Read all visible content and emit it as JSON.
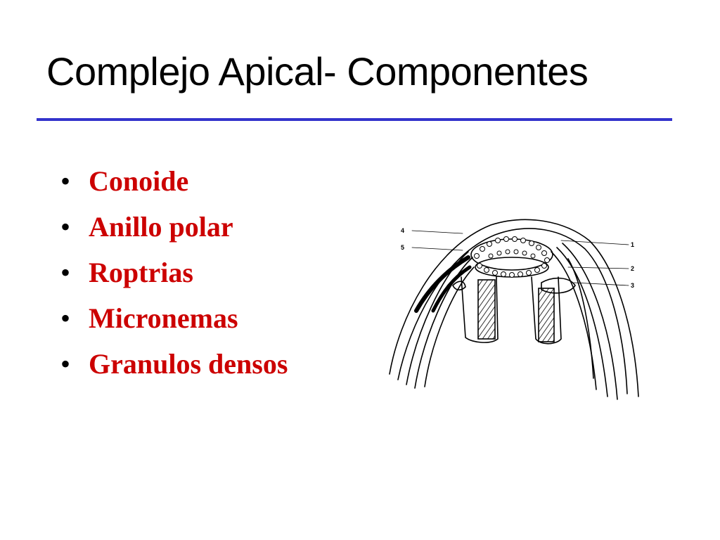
{
  "slide": {
    "title": "Complejo Apical- Componentes",
    "accent_color": "#3333cc",
    "bullet_color": "#cc0000",
    "bullets": [
      "Conoide",
      "Anillo polar",
      "Roptrias",
      "Micronemas",
      "Granulos densos"
    ]
  },
  "figure": {
    "labels": [
      "1",
      "2",
      "3",
      "4",
      "5"
    ]
  }
}
